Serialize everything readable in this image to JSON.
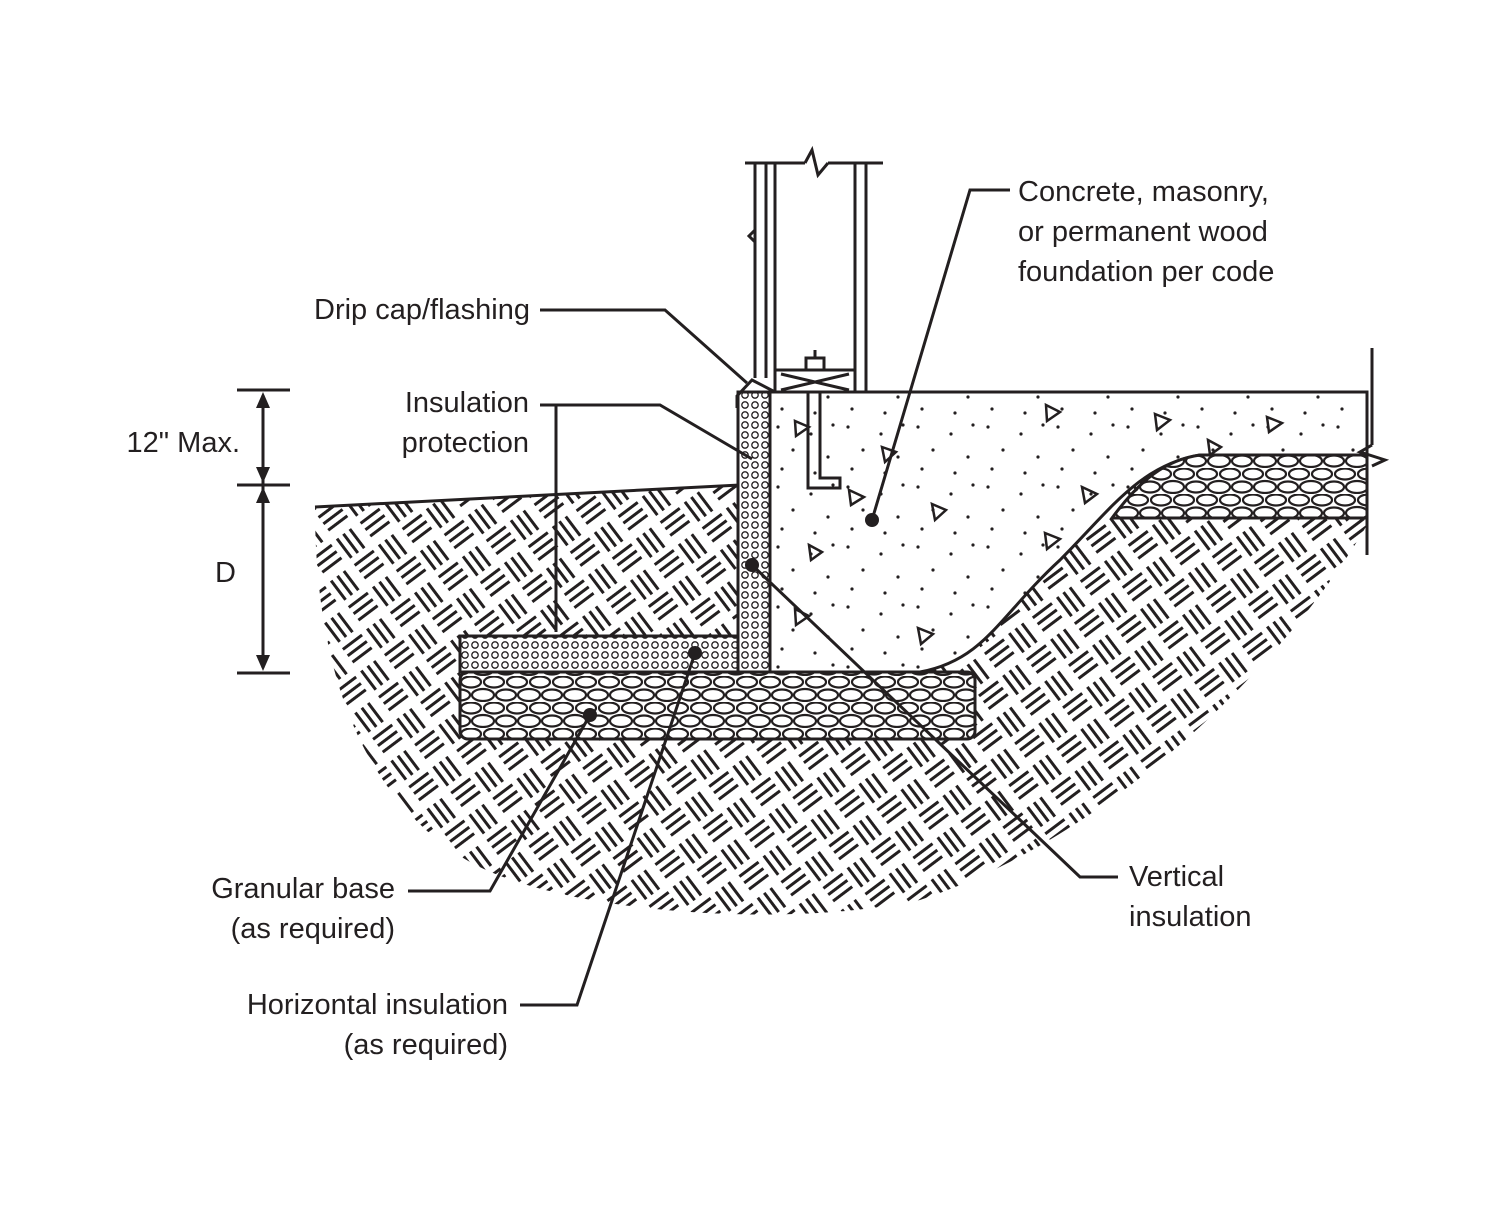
{
  "labels": {
    "concrete": [
      "Concrete, masonry,",
      "or permanent wood",
      "foundation per code"
    ],
    "drip_cap": "Drip cap/flashing",
    "insulation_protection": [
      "Insulation",
      "protection"
    ],
    "twelve_max": "12\" Max.",
    "depth": "D",
    "granular_base": [
      "Granular base",
      "(as required)"
    ],
    "horizontal_insulation": [
      "Horizontal insulation",
      "(as required)"
    ],
    "vertical_insulation": [
      "Vertical",
      "insulation"
    ]
  },
  "colors": {
    "ink": "#231f20",
    "background": "#ffffff"
  }
}
